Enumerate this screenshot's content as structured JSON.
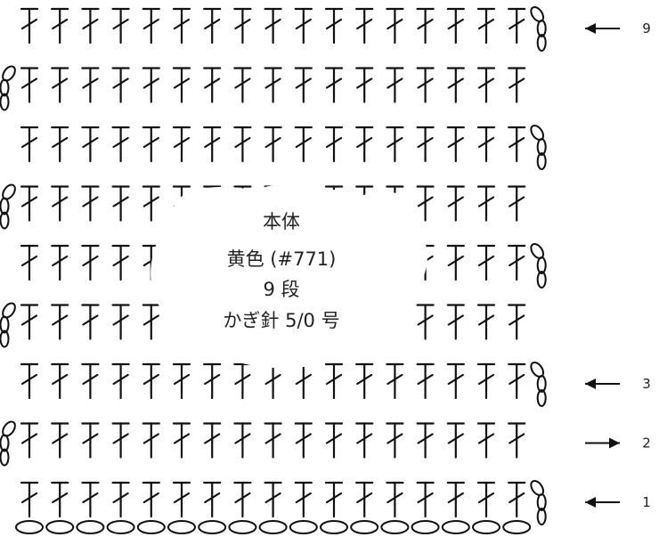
{
  "diagram": {
    "stitches_per_row": 17,
    "total_rows": 9,
    "foundation_chains": 17,
    "ink_color": "#111111",
    "row_markers": [
      {
        "row": 9,
        "label": "9",
        "direction": "left"
      },
      {
        "row": 3,
        "label": "3",
        "direction": "left"
      },
      {
        "row": 2,
        "label": "2",
        "direction": "right"
      },
      {
        "row": 1,
        "label": "1",
        "direction": "left"
      }
    ],
    "center_label": {
      "line1": "本体",
      "line2": "黄色 (#771)",
      "line3": "9 段",
      "line4": "かぎ針 5/0 号"
    }
  }
}
